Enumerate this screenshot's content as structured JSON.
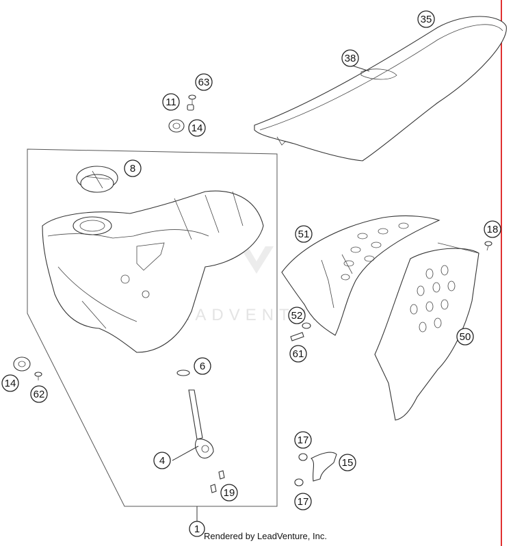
{
  "diagram": {
    "credit": "Rendered by LeadVenture, Inc.",
    "watermark": "LEADVENTURE",
    "accent_color": "#e03030",
    "callouts": [
      {
        "id": "c1",
        "label": "1"
      },
      {
        "id": "c4",
        "label": "4"
      },
      {
        "id": "c6",
        "label": "6"
      },
      {
        "id": "c8",
        "label": "8"
      },
      {
        "id": "c11",
        "label": "11"
      },
      {
        "id": "c14a",
        "label": "14"
      },
      {
        "id": "c14b",
        "label": "14"
      },
      {
        "id": "c15",
        "label": "15"
      },
      {
        "id": "c17a",
        "label": "17"
      },
      {
        "id": "c17b",
        "label": "17"
      },
      {
        "id": "c18",
        "label": "18"
      },
      {
        "id": "c19",
        "label": "19"
      },
      {
        "id": "c35",
        "label": "35"
      },
      {
        "id": "c38",
        "label": "38"
      },
      {
        "id": "c50",
        "label": "50"
      },
      {
        "id": "c51",
        "label": "51"
      },
      {
        "id": "c52",
        "label": "52"
      },
      {
        "id": "c61",
        "label": "61"
      },
      {
        "id": "c62",
        "label": "62"
      },
      {
        "id": "c63",
        "label": "63"
      }
    ]
  }
}
